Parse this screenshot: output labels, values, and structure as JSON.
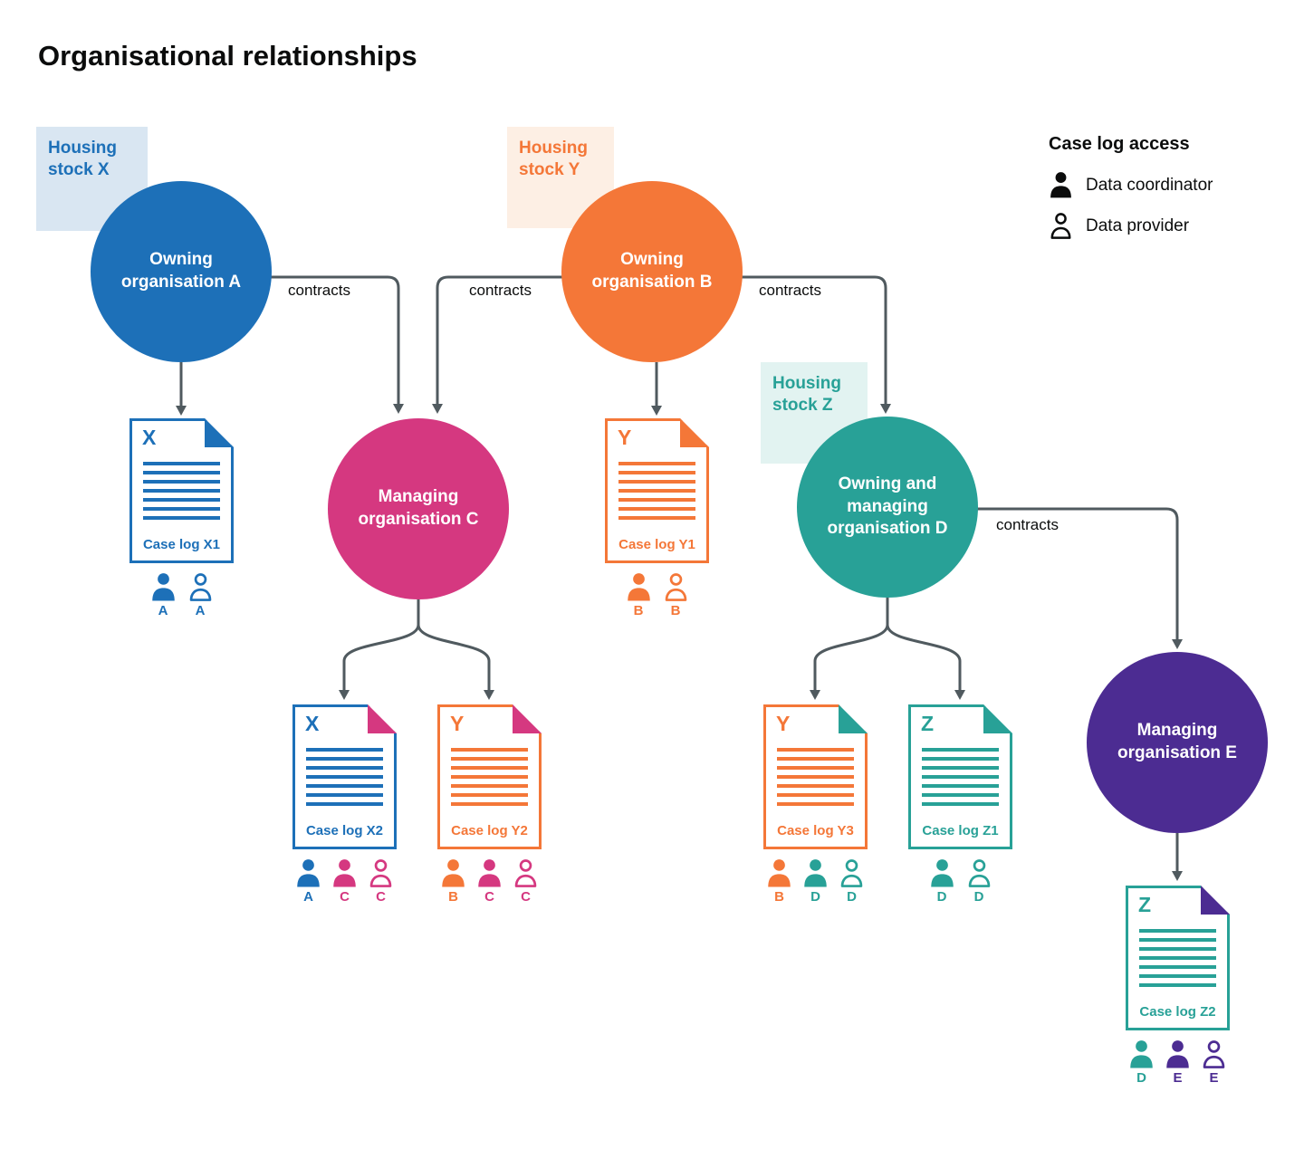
{
  "title": "Organisational relationships",
  "palette": {
    "blue": "#1d70b8",
    "orange": "#f47738",
    "pink": "#d53880",
    "teal": "#28a197",
    "purple": "#4c2c92",
    "connector_line": "#505a5f",
    "text": "#0b0c0c",
    "stock_x_bg": "#d9e6f2",
    "stock_y_bg": "#fdefe4",
    "stock_z_bg": "#e2f3f1"
  },
  "legend": {
    "title": "Case log access",
    "coordinator_label": "Data coordinator",
    "provider_label": "Data provider"
  },
  "housing_stocks": {
    "x": {
      "label": "Housing stock X",
      "color": "#1d70b8"
    },
    "y": {
      "label": "Housing stock Y",
      "color": "#f47738"
    },
    "z": {
      "label": "Housing stock Z",
      "color": "#28a197"
    }
  },
  "organisations": {
    "a": {
      "label": "Owning organisation A",
      "color": "#1d70b8"
    },
    "b": {
      "label": "Owning organisation B",
      "color": "#f47738"
    },
    "c": {
      "label": "Managing organisation C",
      "color": "#d53880"
    },
    "d": {
      "label": "Owning and managing organisation D",
      "color": "#28a197"
    },
    "e": {
      "label": "Managing organisation E",
      "color": "#4c2c92"
    }
  },
  "contracts": {
    "a_to_c": "contracts",
    "b_to_c": "contracts",
    "b_to_d": "contracts",
    "d_to_e": "contracts"
  },
  "case_logs": {
    "x1": {
      "letter": "X",
      "label": "Case log X1",
      "access": [
        {
          "role": "coordinator",
          "org": "A"
        },
        {
          "role": "provider",
          "org": "A"
        }
      ]
    },
    "y1": {
      "letter": "Y",
      "label": "Case log Y1",
      "access": [
        {
          "role": "coordinator",
          "org": "B"
        },
        {
          "role": "provider",
          "org": "B"
        }
      ]
    },
    "x2": {
      "letter": "X",
      "label": "Case log X2",
      "access": [
        {
          "role": "coordinator",
          "org": "A"
        },
        {
          "role": "coordinator",
          "org": "C"
        },
        {
          "role": "provider",
          "org": "C"
        }
      ]
    },
    "y2": {
      "letter": "Y",
      "label": "Case log Y2",
      "access": [
        {
          "role": "coordinator",
          "org": "B"
        },
        {
          "role": "coordinator",
          "org": "C"
        },
        {
          "role": "provider",
          "org": "C"
        }
      ]
    },
    "y3": {
      "letter": "Y",
      "label": "Case log Y3",
      "access": [
        {
          "role": "coordinator",
          "org": "B"
        },
        {
          "role": "coordinator",
          "org": "D"
        },
        {
          "role": "provider",
          "org": "D"
        }
      ]
    },
    "z1": {
      "letter": "Z",
      "label": "Case log Z1",
      "access": [
        {
          "role": "coordinator",
          "org": "D"
        },
        {
          "role": "provider",
          "org": "D"
        }
      ]
    },
    "z2": {
      "letter": "Z",
      "label": "Case log Z2",
      "access": [
        {
          "role": "coordinator",
          "org": "D"
        },
        {
          "role": "coordinator",
          "org": "E"
        },
        {
          "role": "provider",
          "org": "E"
        }
      ]
    }
  }
}
